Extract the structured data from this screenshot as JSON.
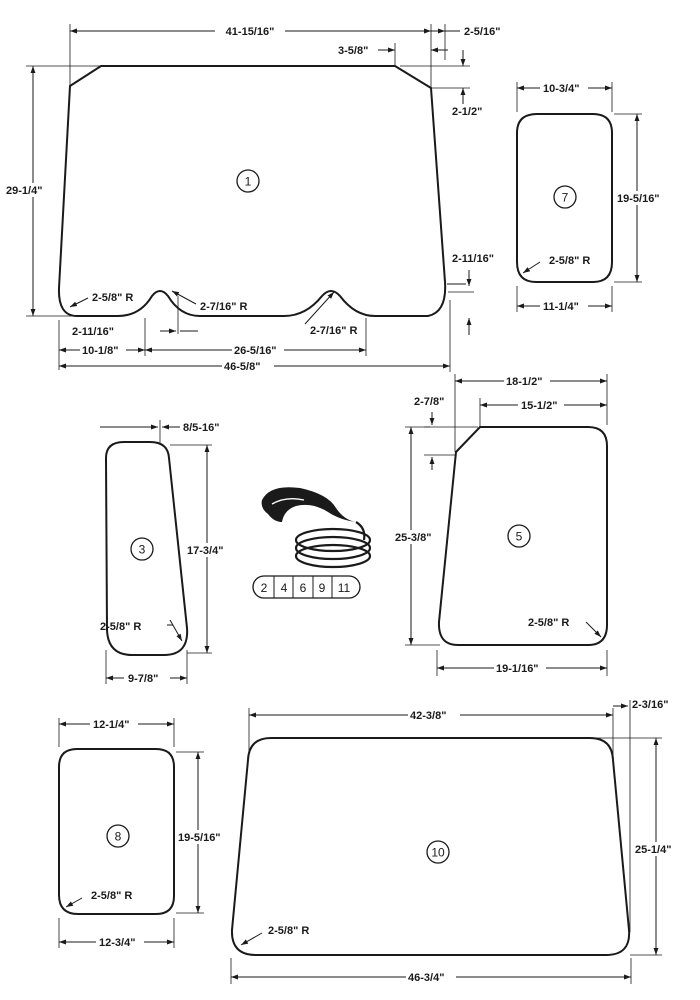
{
  "parts": {
    "p1": {
      "label": "1",
      "top_width": "41-15/16\"",
      "corner_cut_x": "3-5/8\"",
      "offset_right_top": "2-5/16\"",
      "corner_cut_y": "2-1/2\"",
      "height": "29-1/4\"",
      "offset_right_bottom": "2-11/16\"",
      "radius_corner": "2-5/8\" R",
      "radius_notch_left": "2-7/16\" R",
      "radius_notch_right": "2-7/16\" R",
      "notch_offset": "2-11/16\"",
      "left_to_notch": "10-1/8\"",
      "notch_span": "26-5/16\"",
      "bottom_width": "46-5/8\""
    },
    "p7": {
      "label": "7",
      "top_width": "10-3/4\"",
      "height": "19-5/16\"",
      "radius": "2-5/8\" R",
      "bottom_width": "11-1/4\""
    },
    "p3": {
      "label": "3",
      "top_offset": "8/5-16\"",
      "height": "17-3/4\"",
      "radius": "2-5/8\" R",
      "bottom_width": "9-7/8\""
    },
    "p5": {
      "label": "5",
      "overall_width": "18-1/2\"",
      "offset_left": "2-7/8\"",
      "top_width": "15-1/2\"",
      "height": "25-3/8\"",
      "radius": "2-5/8\" R",
      "bottom_width": "19-1/16\""
    },
    "p8": {
      "label": "8",
      "top_width": "12-1/4\"",
      "height": "19-5/16\"",
      "radius": "2-5/8\" R",
      "bottom_width": "12-3/4\""
    },
    "p10": {
      "label": "10",
      "top_width": "42-3/8\"",
      "offset_right": "2-3/16\"",
      "height": "25-1/4\"",
      "radius": "2-5/8\" R",
      "bottom_width": "46-3/4\""
    }
  },
  "seal": {
    "applies_to": [
      "2",
      "4",
      "6",
      "9",
      "11"
    ]
  }
}
